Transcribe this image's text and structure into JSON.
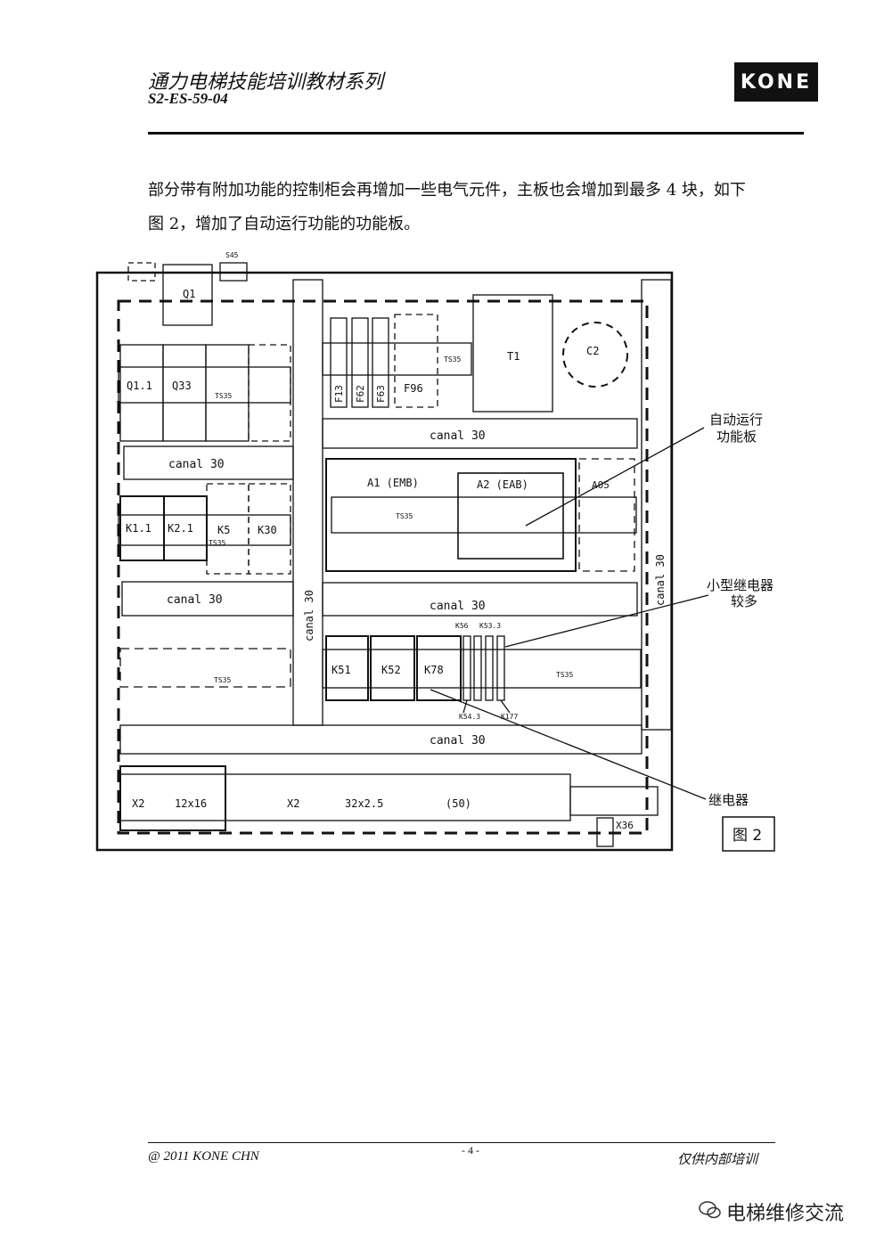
{
  "header": {
    "title": "通力电梯技能培训教材系列",
    "code": "S2-ES-59-04",
    "logo": "KONE"
  },
  "body": {
    "paragraph_line1": "部分带有附加功能的控制柜会再增加一些电气元件，主板也会增加到最多 4 块，如下",
    "paragraph_line2": "图 2，增加了自动运行功能的功能板。"
  },
  "figure": {
    "top_labels": {
      "s45": "S45",
      "q1": "Q1"
    },
    "components": {
      "q11": "Q1.1",
      "q33": "Q33",
      "ts35_a": "TS35",
      "f13": "F13",
      "f62": "F62",
      "f63": "F63",
      "f96": "F96",
      "ts35_b": "TS35",
      "t1": "T1",
      "c2": "C2",
      "canal_top_right": "canal 30",
      "canal_left_1": "canal 30",
      "a1": "A1  (EMB)",
      "a2": "A2  (EAB)",
      "a05": "A05",
      "ts35_c": "TS35",
      "k11": "K1.1",
      "k21": "K2.1",
      "k5": "K5",
      "k30": "K30",
      "ts35_d": "TS35",
      "canal_left_2": "canal 30",
      "canal_vertical": "canal 30",
      "canal_mid_right": "canal 30",
      "canal_right_vertical": "canal 30",
      "k56": "K56",
      "k533": "K53.3",
      "k51": "K51",
      "k52": "K52",
      "k78": "K78",
      "ts35_e": "TS35",
      "ts35_f": "TS35",
      "k543": "K54.3",
      "k177": "K177",
      "canal_bottom": "canal 30",
      "x2_a": "X2",
      "x2_a_spec": "12x16",
      "x2_b": "X2",
      "x2_b_spec": "32x2.5",
      "x2_b_count": "(50)",
      "x36": "X36"
    },
    "callouts": {
      "auto_board": "自动运行\n功能板",
      "small_relays": "小型继电器\n较多",
      "relay": "继电器"
    },
    "fig_label": "图 2"
  },
  "footer": {
    "left": "@ 2011 KONE CHN",
    "page": "- 4 -",
    "right": "仅供内部培训"
  },
  "watermark": {
    "text": "电梯维修交流",
    "icon": "wechat-icon"
  }
}
